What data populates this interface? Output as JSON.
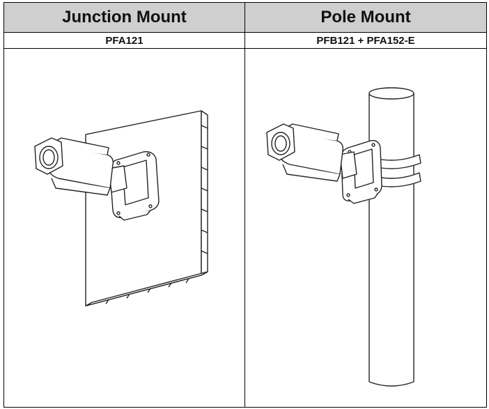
{
  "table": {
    "columns": [
      {
        "header": "Junction Mount",
        "model": "PFA121"
      },
      {
        "header": "Pole Mount",
        "model": "PFB121 + PFA152-E"
      }
    ]
  },
  "icons": [
    "bullet-camera-icon",
    "wall-plate-icon",
    "pole-icon"
  ]
}
